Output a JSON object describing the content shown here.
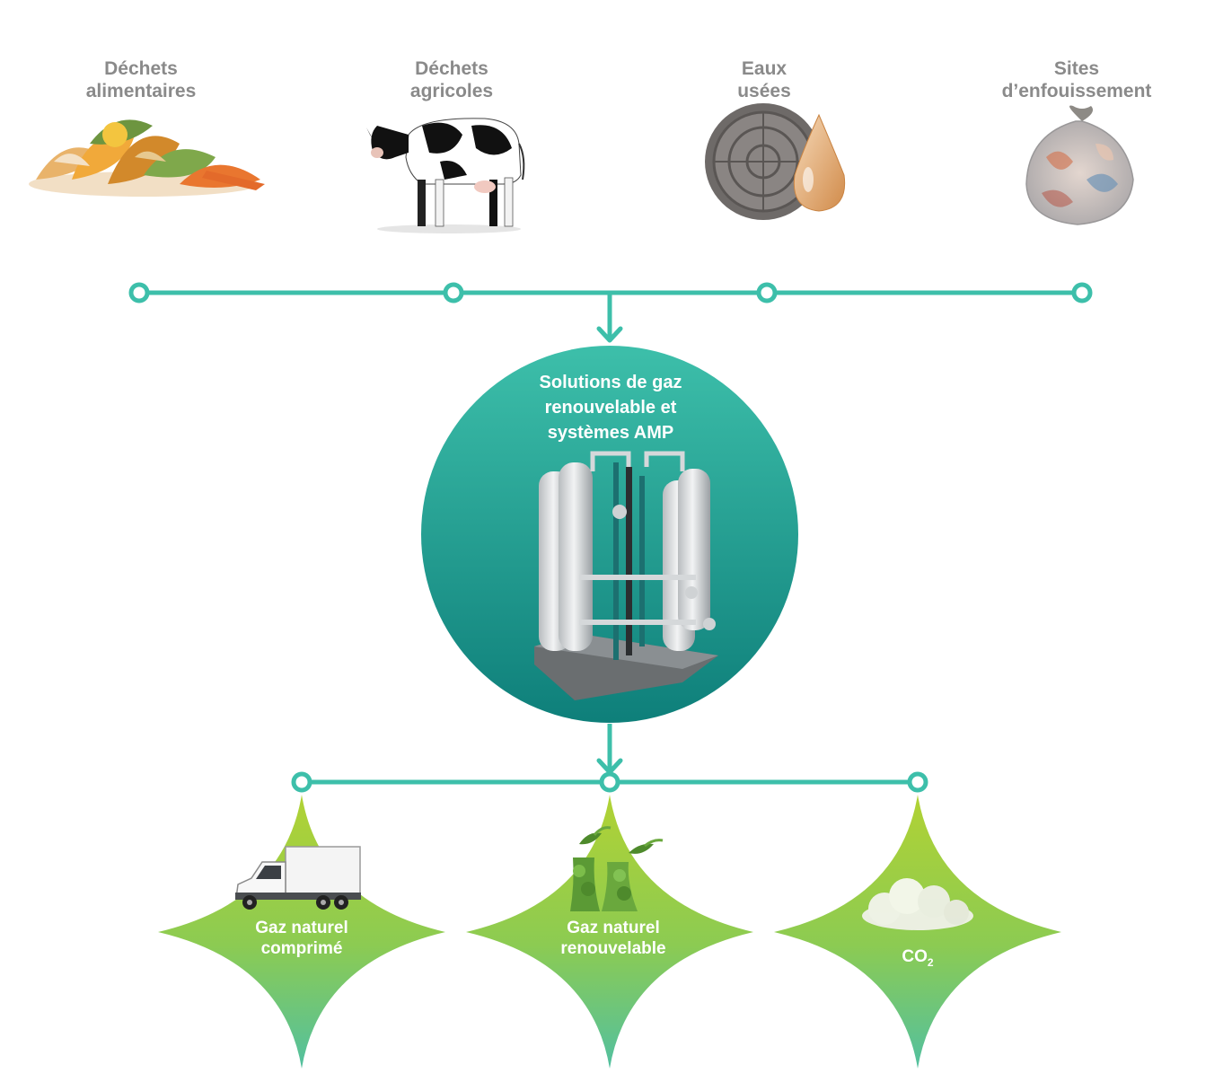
{
  "sources": [
    {
      "id": "food",
      "line1": "Déchets",
      "line2": "alimentaires",
      "icon": "food-waste-icon"
    },
    {
      "id": "agri",
      "line1": "Déchets",
      "line2": "agricoles",
      "icon": "cow-icon"
    },
    {
      "id": "water",
      "line1": "Eaux",
      "line2": "usées",
      "icon": "manhole-drop-icon"
    },
    {
      "id": "landfill",
      "line1": "Sites",
      "line2": "d’enfouissement",
      "icon": "garbage-bag-icon"
    }
  ],
  "center": {
    "line1": "Solutions de gaz",
    "line2": "renouvelable et",
    "line3": "systèmes AMP",
    "icon": "gas-purification-unit-icon"
  },
  "outputs": [
    {
      "id": "cng",
      "line1": "Gaz naturel",
      "line2": "comprimé",
      "icon": "truck-icon"
    },
    {
      "id": "rng",
      "line1": "Gaz naturel",
      "line2": "renouvelable",
      "icon": "green-plant-icon"
    },
    {
      "id": "co2",
      "main": "CO",
      "sub": "2",
      "icon": "cloud-icon"
    }
  ],
  "colors": {
    "teal": "#3dbfaa",
    "circle_top": "#3dbfaa",
    "circle_bottom": "#0e7f7a",
    "star_top": "#a8cf3a",
    "star_bottom": "#63c397",
    "label_gray": "#8a8a8a"
  }
}
